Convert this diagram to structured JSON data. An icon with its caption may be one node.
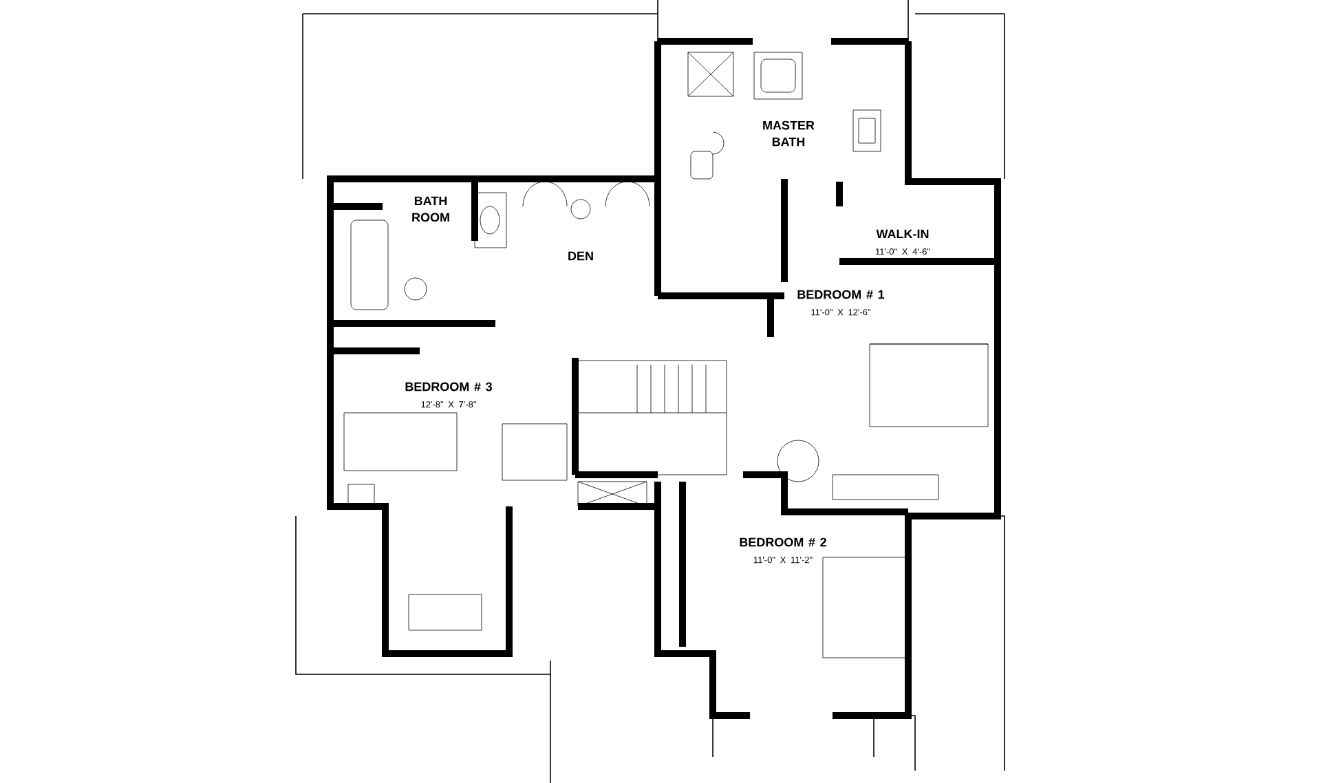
{
  "diagram": {
    "nodes": [
      {
        "text": [
          "MASTER BATH"
        ]
      },
      {
        "text": [
          "BATH ROOM"
        ]
      },
      {
        "text": [
          "DEN"
        ]
      },
      {
        "text": [
          "WALK-IN",
          "11'-0\" X 4'-6\""
        ]
      },
      {
        "text": [
          "BEDROOM # 1",
          "11'-0\" X 12'-6\""
        ]
      },
      {
        "text": [
          "BEDROOM # 3",
          "12'-8\" X 7'-8\""
        ]
      },
      {
        "text": [
          "BEDROOM # 2",
          "11'-0\" X 11'-2\""
        ]
      }
    ]
  }
}
